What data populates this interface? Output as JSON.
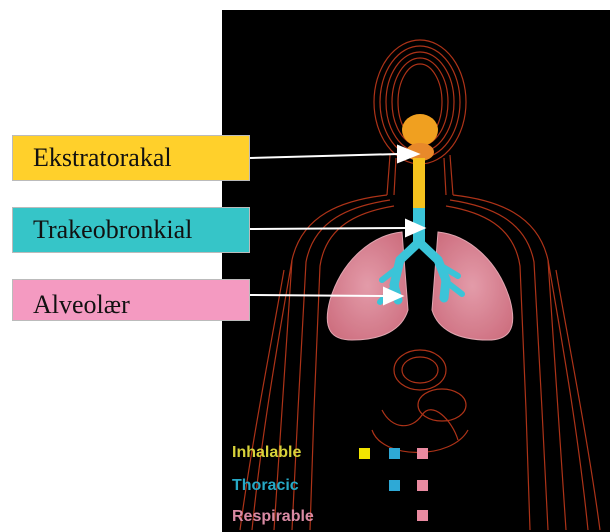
{
  "labels": [
    {
      "text": "Ekstratorakal",
      "color": "#FFD02B"
    },
    {
      "text": "Trakeobronkial",
      "color": "#36C5C8"
    },
    {
      "text": "Alveolær",
      "color": "#F49AC1"
    }
  ],
  "legend": {
    "items": [
      {
        "text": "Inhalable",
        "color": "#D8D23A"
      },
      {
        "text": "Thoracic",
        "color": "#27A9C6"
      },
      {
        "text": "Respirable",
        "color": "#D98AA3"
      }
    ],
    "square_colors": {
      "yellow": "#F2E400",
      "cyan": "#2EA9D6",
      "pink": "#E98AA0"
    }
  },
  "colors": {
    "body_lines": "#C0391B",
    "background": "#000000",
    "airway_upper": "#F0A020",
    "airway_trachea": "#3BC4D8",
    "lungs": "#F08AA0"
  }
}
